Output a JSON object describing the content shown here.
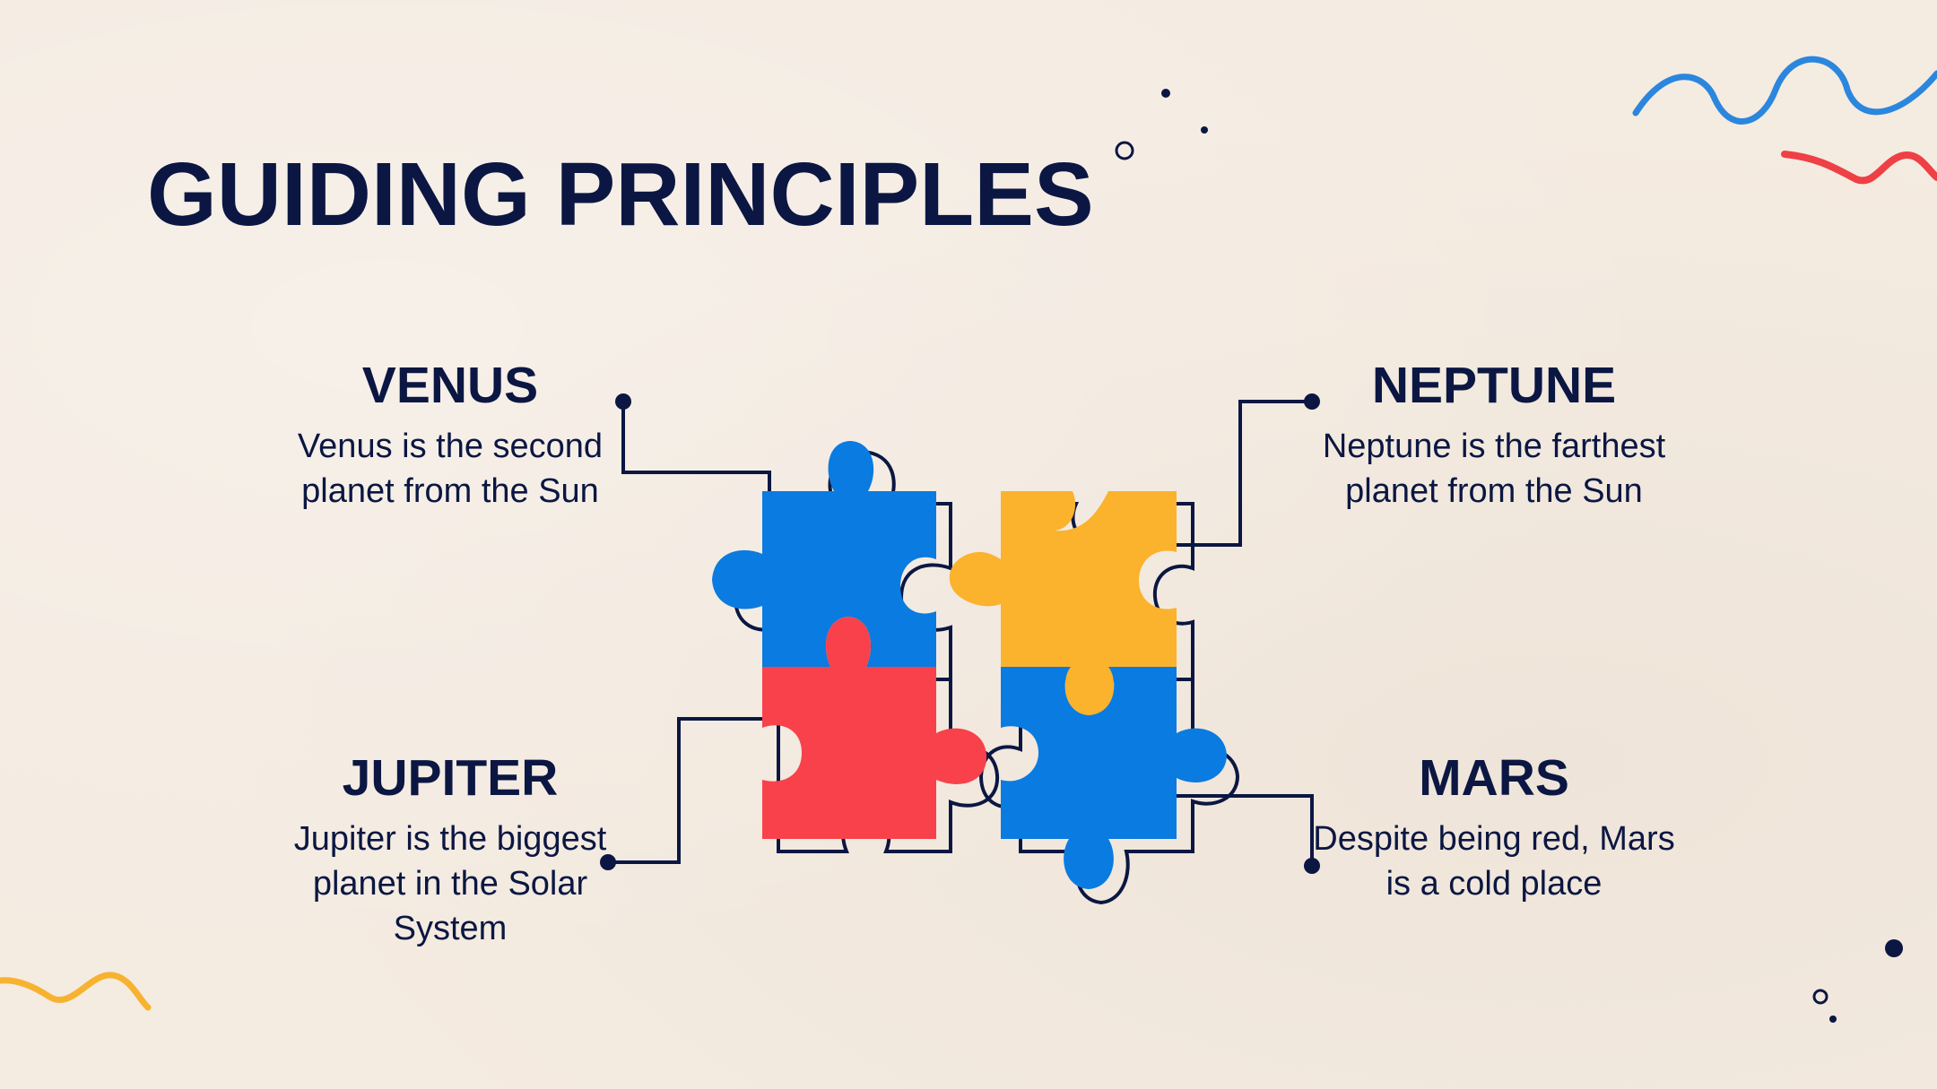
{
  "slide": {
    "title": "GUIDING PRINCIPLES"
  },
  "items": [
    {
      "id": "venus",
      "heading": "VENUS",
      "text": "Venus is the second planet from the Sun"
    },
    {
      "id": "jupiter",
      "heading": "JUPITER",
      "text": "Jupiter is the biggest planet in the Solar System"
    },
    {
      "id": "neptune",
      "heading": "NEPTUNE",
      "text": "Neptune is the farthest planet from the Sun"
    },
    {
      "id": "mars",
      "heading": "MARS",
      "text": "Despite being red, Mars is a cold place"
    }
  ],
  "colors": {
    "background": "#f4ebe1",
    "navy": "#0b1742",
    "puzzle_blue": "#0a7be0",
    "puzzle_yellow": "#fbb22c",
    "puzzle_red": "#f9414b",
    "squiggle_blue": "#2b86de",
    "squiggle_red": "#ee4045",
    "squiggle_yellow": "#f7b22f"
  }
}
